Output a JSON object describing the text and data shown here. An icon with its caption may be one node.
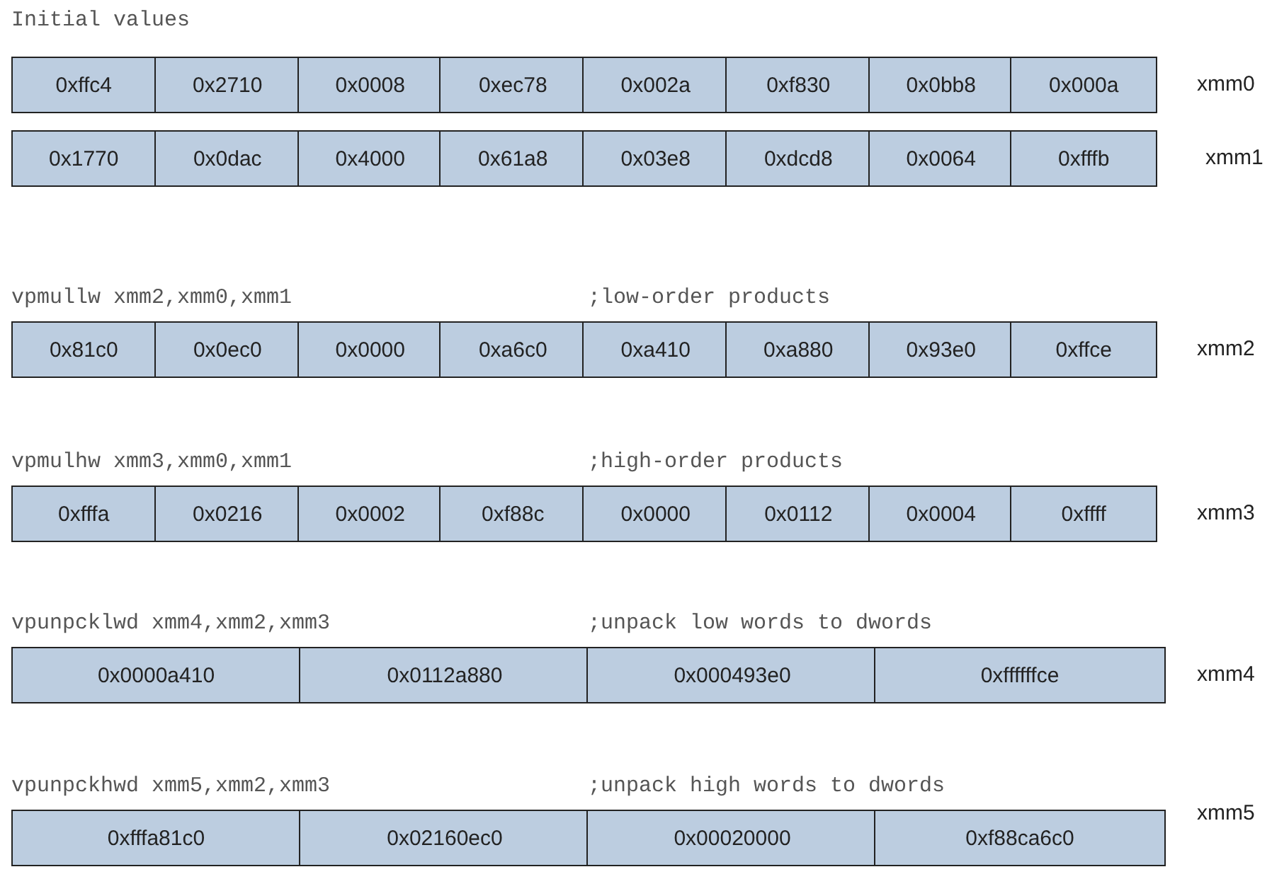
{
  "diagram": {
    "nodes": [
      {
        "text": [
          "0xffc4"
        ]
      },
      {
        "text": [
          "0x2710"
        ]
      },
      {
        "text": [
          "0x0008"
        ]
      },
      {
        "text": [
          "0xec78"
        ]
      },
      {
        "text": [
          "0x002a"
        ]
      },
      {
        "text": [
          "0xf830"
        ]
      },
      {
        "text": [
          "0x0bb8"
        ]
      },
      {
        "text": [
          "0x000a"
        ]
      },
      {
        "text": [
          "0x1770"
        ]
      },
      {
        "text": [
          "0x0dac"
        ]
      },
      {
        "text": [
          "0x4000"
        ]
      },
      {
        "text": [
          "0x61a8"
        ]
      },
      {
        "text": [
          "0x03e8"
        ]
      },
      {
        "text": [
          "0xdcd8"
        ]
      },
      {
        "text": [
          "0x0064"
        ]
      },
      {
        "text": [
          "0xfffb"
        ]
      },
      {
        "text": [
          "0x81c0"
        ]
      },
      {
        "text": [
          "0x0ec0"
        ]
      },
      {
        "text": [
          "0x0000"
        ]
      },
      {
        "text": [
          "0xa6c0"
        ]
      },
      {
        "text": [
          "0xa410"
        ]
      },
      {
        "text": [
          "0xa880"
        ]
      },
      {
        "text": [
          "0x93e0"
        ]
      },
      {
        "text": [
          "0xffce"
        ]
      },
      {
        "text": [
          "0xfffa"
        ]
      },
      {
        "text": [
          "0x0216"
        ]
      },
      {
        "text": [
          "0x0002"
        ]
      },
      {
        "text": [
          "0xf88c"
        ]
      },
      {
        "text": [
          "0x0000"
        ]
      },
      {
        "text": [
          "0x0112"
        ]
      },
      {
        "text": [
          "0x0004"
        ]
      },
      {
        "text": [
          "0xffff"
        ]
      },
      {
        "text": [
          "0x0000a410"
        ]
      },
      {
        "text": [
          "0x0112a880"
        ]
      },
      {
        "text": [
          "0x000493e0"
        ]
      },
      {
        "text": [
          "0xffffffce"
        ]
      },
      {
        "text": [
          "0xfffa81c0"
        ]
      },
      {
        "text": [
          "0x02160ec0"
        ]
      },
      {
        "text": [
          "0x00020000"
        ]
      },
      {
        "text": [
          "0xf88ca6c0"
        ]
      }
    ],
    "labels": [
      "Initial values",
      "xmm0",
      "xmm1",
      "vpmullw xmm2,xmm0,xmm1",
      ";low-order products",
      "xmm2",
      "vpmulhw xmm3,xmm0,xmm1",
      ";high-order products",
      "xmm3",
      "vpunpcklwd xmm4,xmm2,xmm3",
      ";unpack low words to dwords",
      "xmm4",
      "vpunpckhwd xmm5,xmm2,xmm3",
      ";unpack high words to dwords",
      "xmm5"
    ]
  }
}
